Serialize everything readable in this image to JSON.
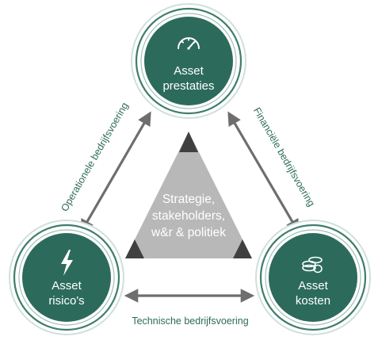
{
  "colors": {
    "node_fill": "#2c6b5b",
    "ring": "#3f7d6d",
    "ring_light": "#cfe0da",
    "arrow": "#6e6e6e",
    "edge_text": "#2c6b5b",
    "triangle_light": "#b8b8b8",
    "triangle_dark": "#404040",
    "triangle_text": "#ffffff"
  },
  "nodes": {
    "top": {
      "line1": "Asset",
      "line2": "prestaties",
      "icon": "speedometer-icon"
    },
    "left": {
      "line1": "Asset",
      "line2": "risico's",
      "icon": "lightning-icon"
    },
    "right": {
      "line1": "Asset",
      "line2": "kosten",
      "icon": "coins-icon"
    }
  },
  "center": {
    "line1": "Strategie,",
    "line2": "stakeholders,",
    "line3": "w&r & politiek"
  },
  "edges": {
    "left": "Operationele bedrijfsvoering",
    "right": "Financiële bedrijfsvoering",
    "bottom": "Technische bedrijfsvoering"
  }
}
